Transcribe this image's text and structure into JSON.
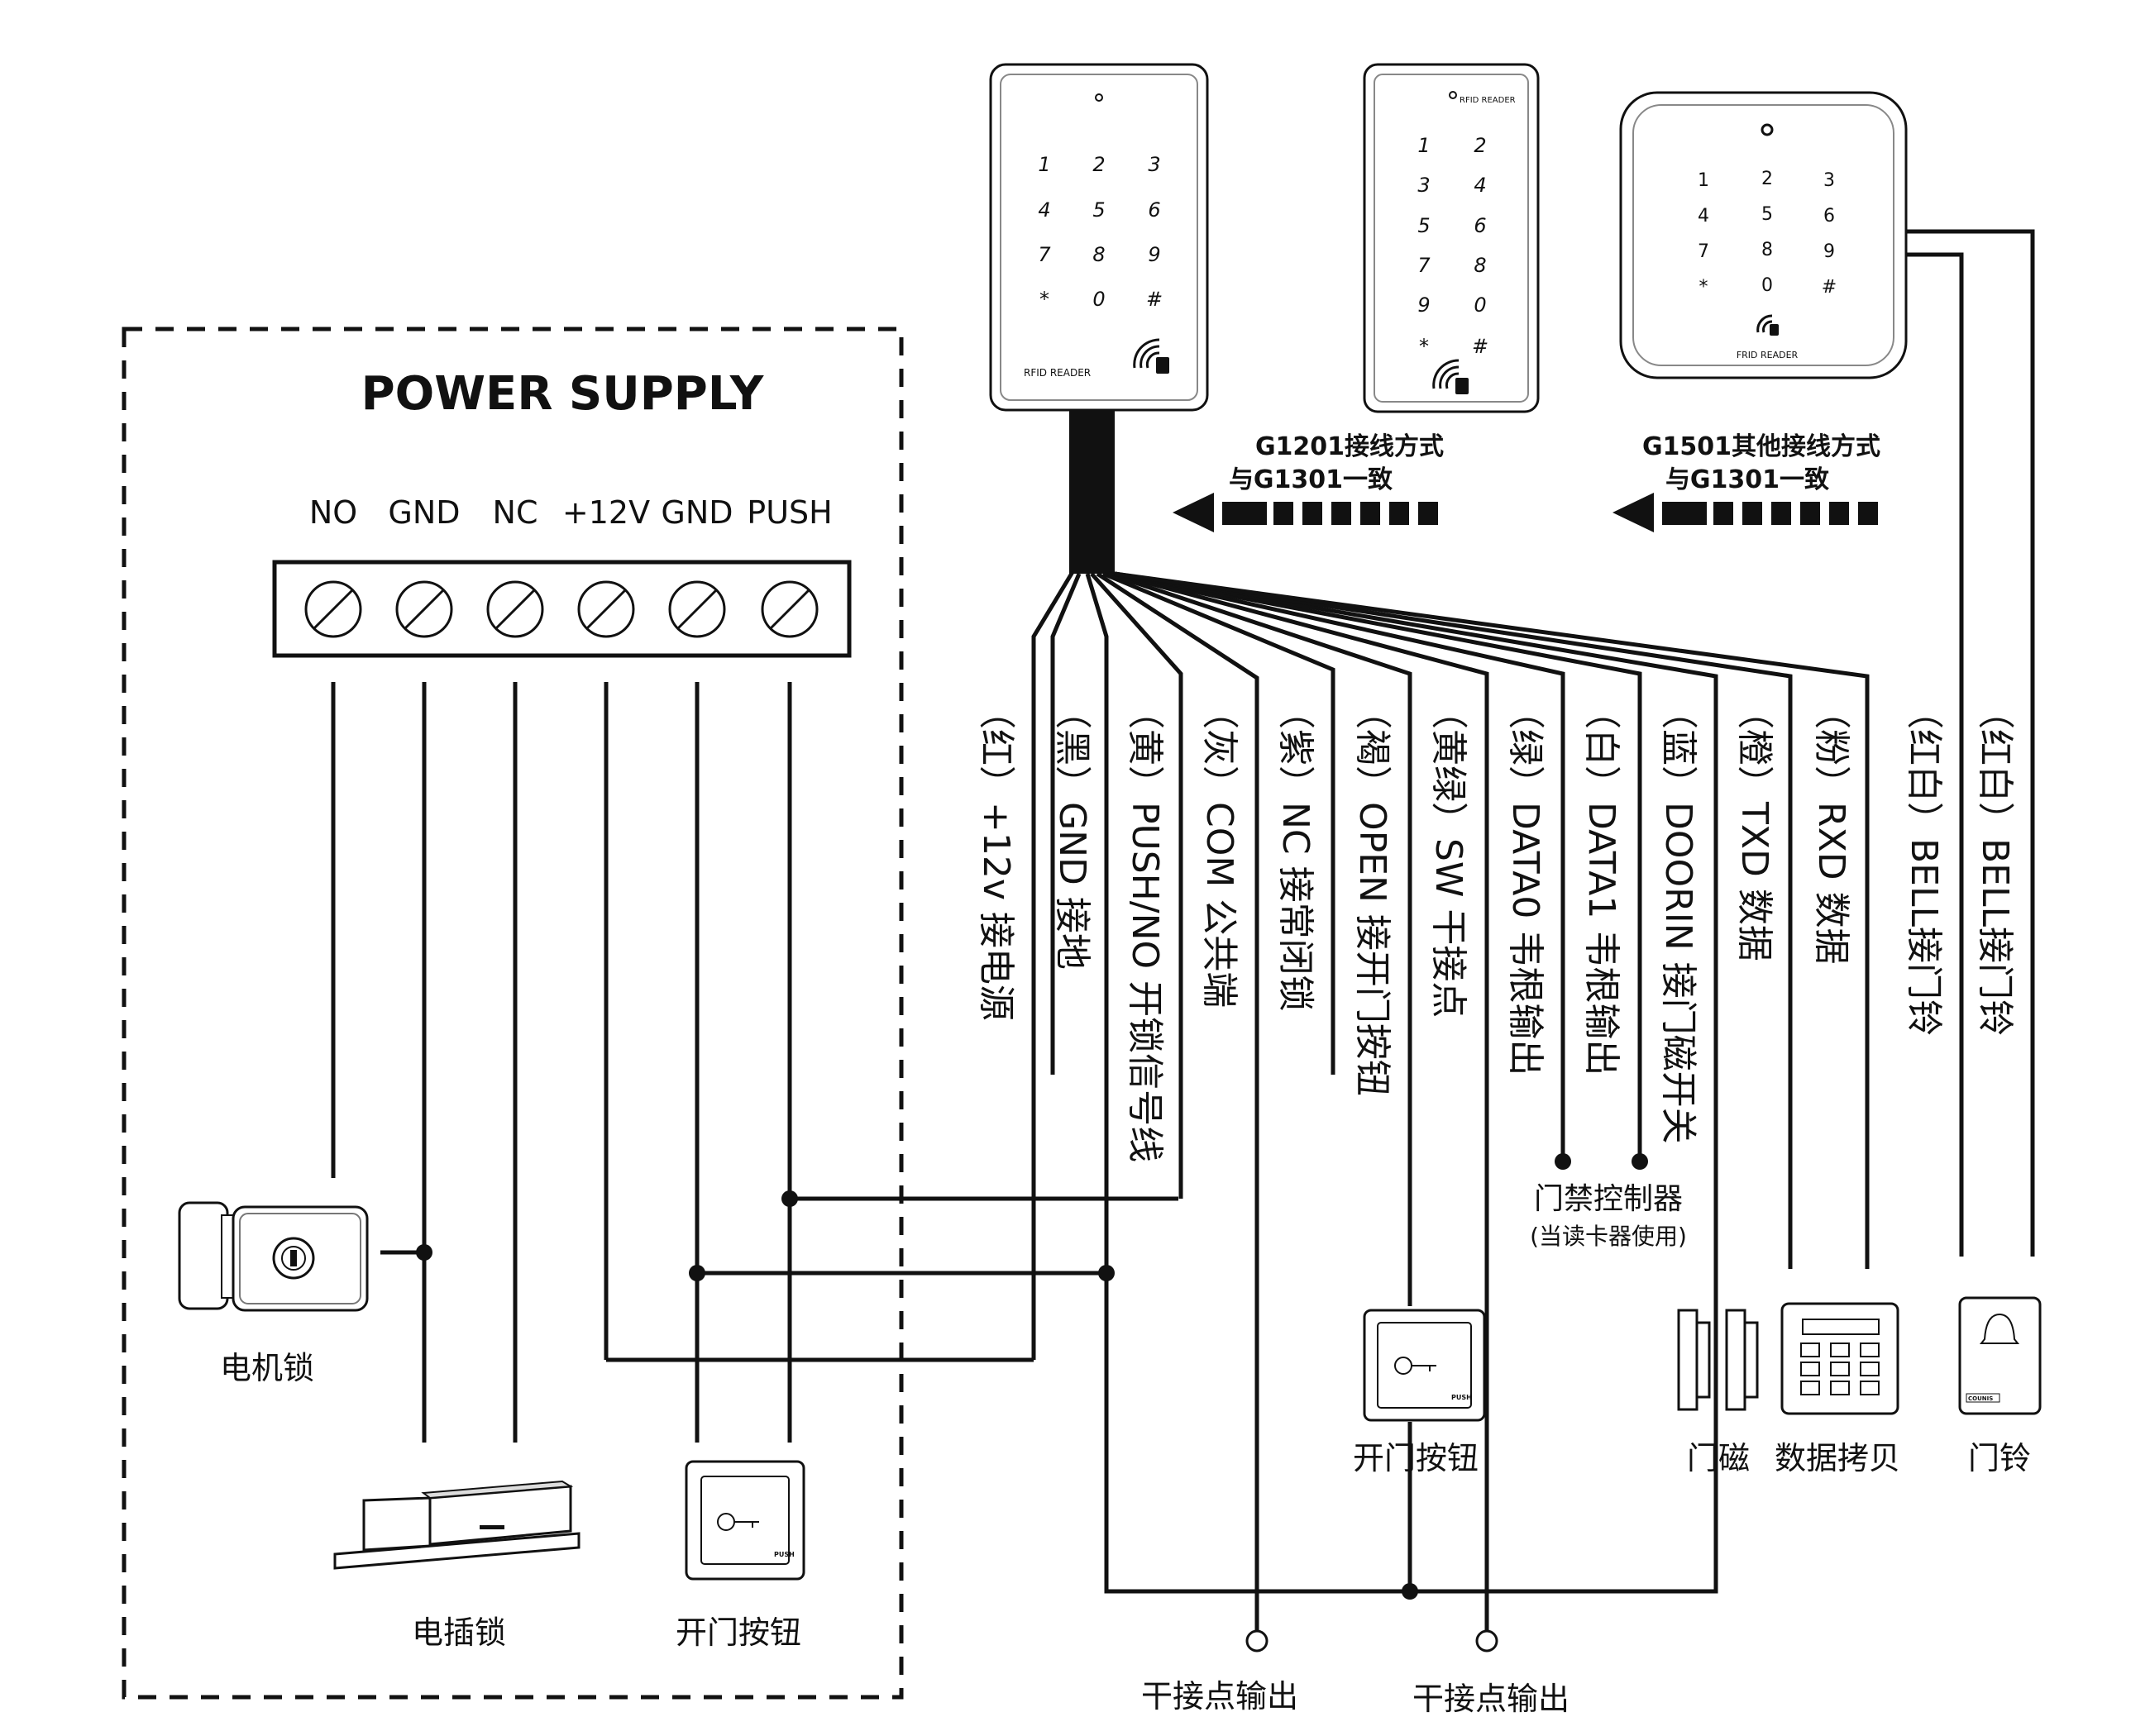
{
  "power_supply": {
    "title": "POWER SUPPLY",
    "terminals": [
      "NO",
      "GND",
      "NC",
      "+12V",
      "GND",
      "PUSH"
    ]
  },
  "readers": [
    {
      "keys": [
        "1",
        "2",
        "3",
        "4",
        "5",
        "6",
        "7",
        "8",
        "9",
        "*",
        "0",
        "#"
      ],
      "brand": "RFID READER"
    },
    {
      "keys": [
        "1",
        "2",
        "3",
        "4",
        "5",
        "6",
        "7",
        "8",
        "9",
        "0",
        "*",
        "#"
      ],
      "brand": "RFID READER"
    },
    {
      "keys": [
        "1",
        "2",
        "3",
        "4",
        "5",
        "6",
        "7",
        "8",
        "9",
        "*",
        "0",
        "#"
      ],
      "brand": "FRID READER"
    }
  ],
  "notes": {
    "g1201": [
      "G1201接线方式",
      "与G1301一致"
    ],
    "g1501": [
      "G1501其他接线方式",
      "与G1301一致"
    ]
  },
  "wires": [
    {
      "color": "（红）",
      "label": "+12v 接电源"
    },
    {
      "color": "（黑）",
      "label": "GND 接地"
    },
    {
      "color": "（黄）",
      "label": "PUSH/NO 开锁信号线"
    },
    {
      "color": "（灰）",
      "label": "COM 公共端"
    },
    {
      "color": "（紫）",
      "label": "NC 接常闭锁"
    },
    {
      "color": "（褐）",
      "label": "OPEN 接开门按钮"
    },
    {
      "color": "（黄绿）",
      "label": "SW 干接点"
    },
    {
      "color": "（绿）",
      "label": "DATA0 韦根输出"
    },
    {
      "color": "（白）",
      "label": "DATA1 韦根输出"
    },
    {
      "color": "（蓝）",
      "label": "DOORIN 接门磁开关"
    },
    {
      "color": "（橙）",
      "label": "TXD 数据"
    },
    {
      "color": "（粉）",
      "label": "RXD 数据"
    },
    {
      "color": "（红白）",
      "label": "BELL接门铃"
    },
    {
      "color": "（红白）",
      "label": "BELL接门铃"
    }
  ],
  "devices": {
    "motor_lock": "电机锁",
    "electric_bolt": "电插锁",
    "exit_button_left": "开门按钮",
    "exit_button_right": "开门按钮",
    "door_sensor": "门磁",
    "data_copy": "数据拷贝",
    "doorbell": "门铃",
    "controller": "门禁控制器",
    "controller_note": "(当读卡器使用)",
    "dry_contact_1": "干接点输出",
    "dry_contact_2": "干接点输出",
    "push_mark": "PUSH",
    "bell_brand": "COUNIS"
  }
}
